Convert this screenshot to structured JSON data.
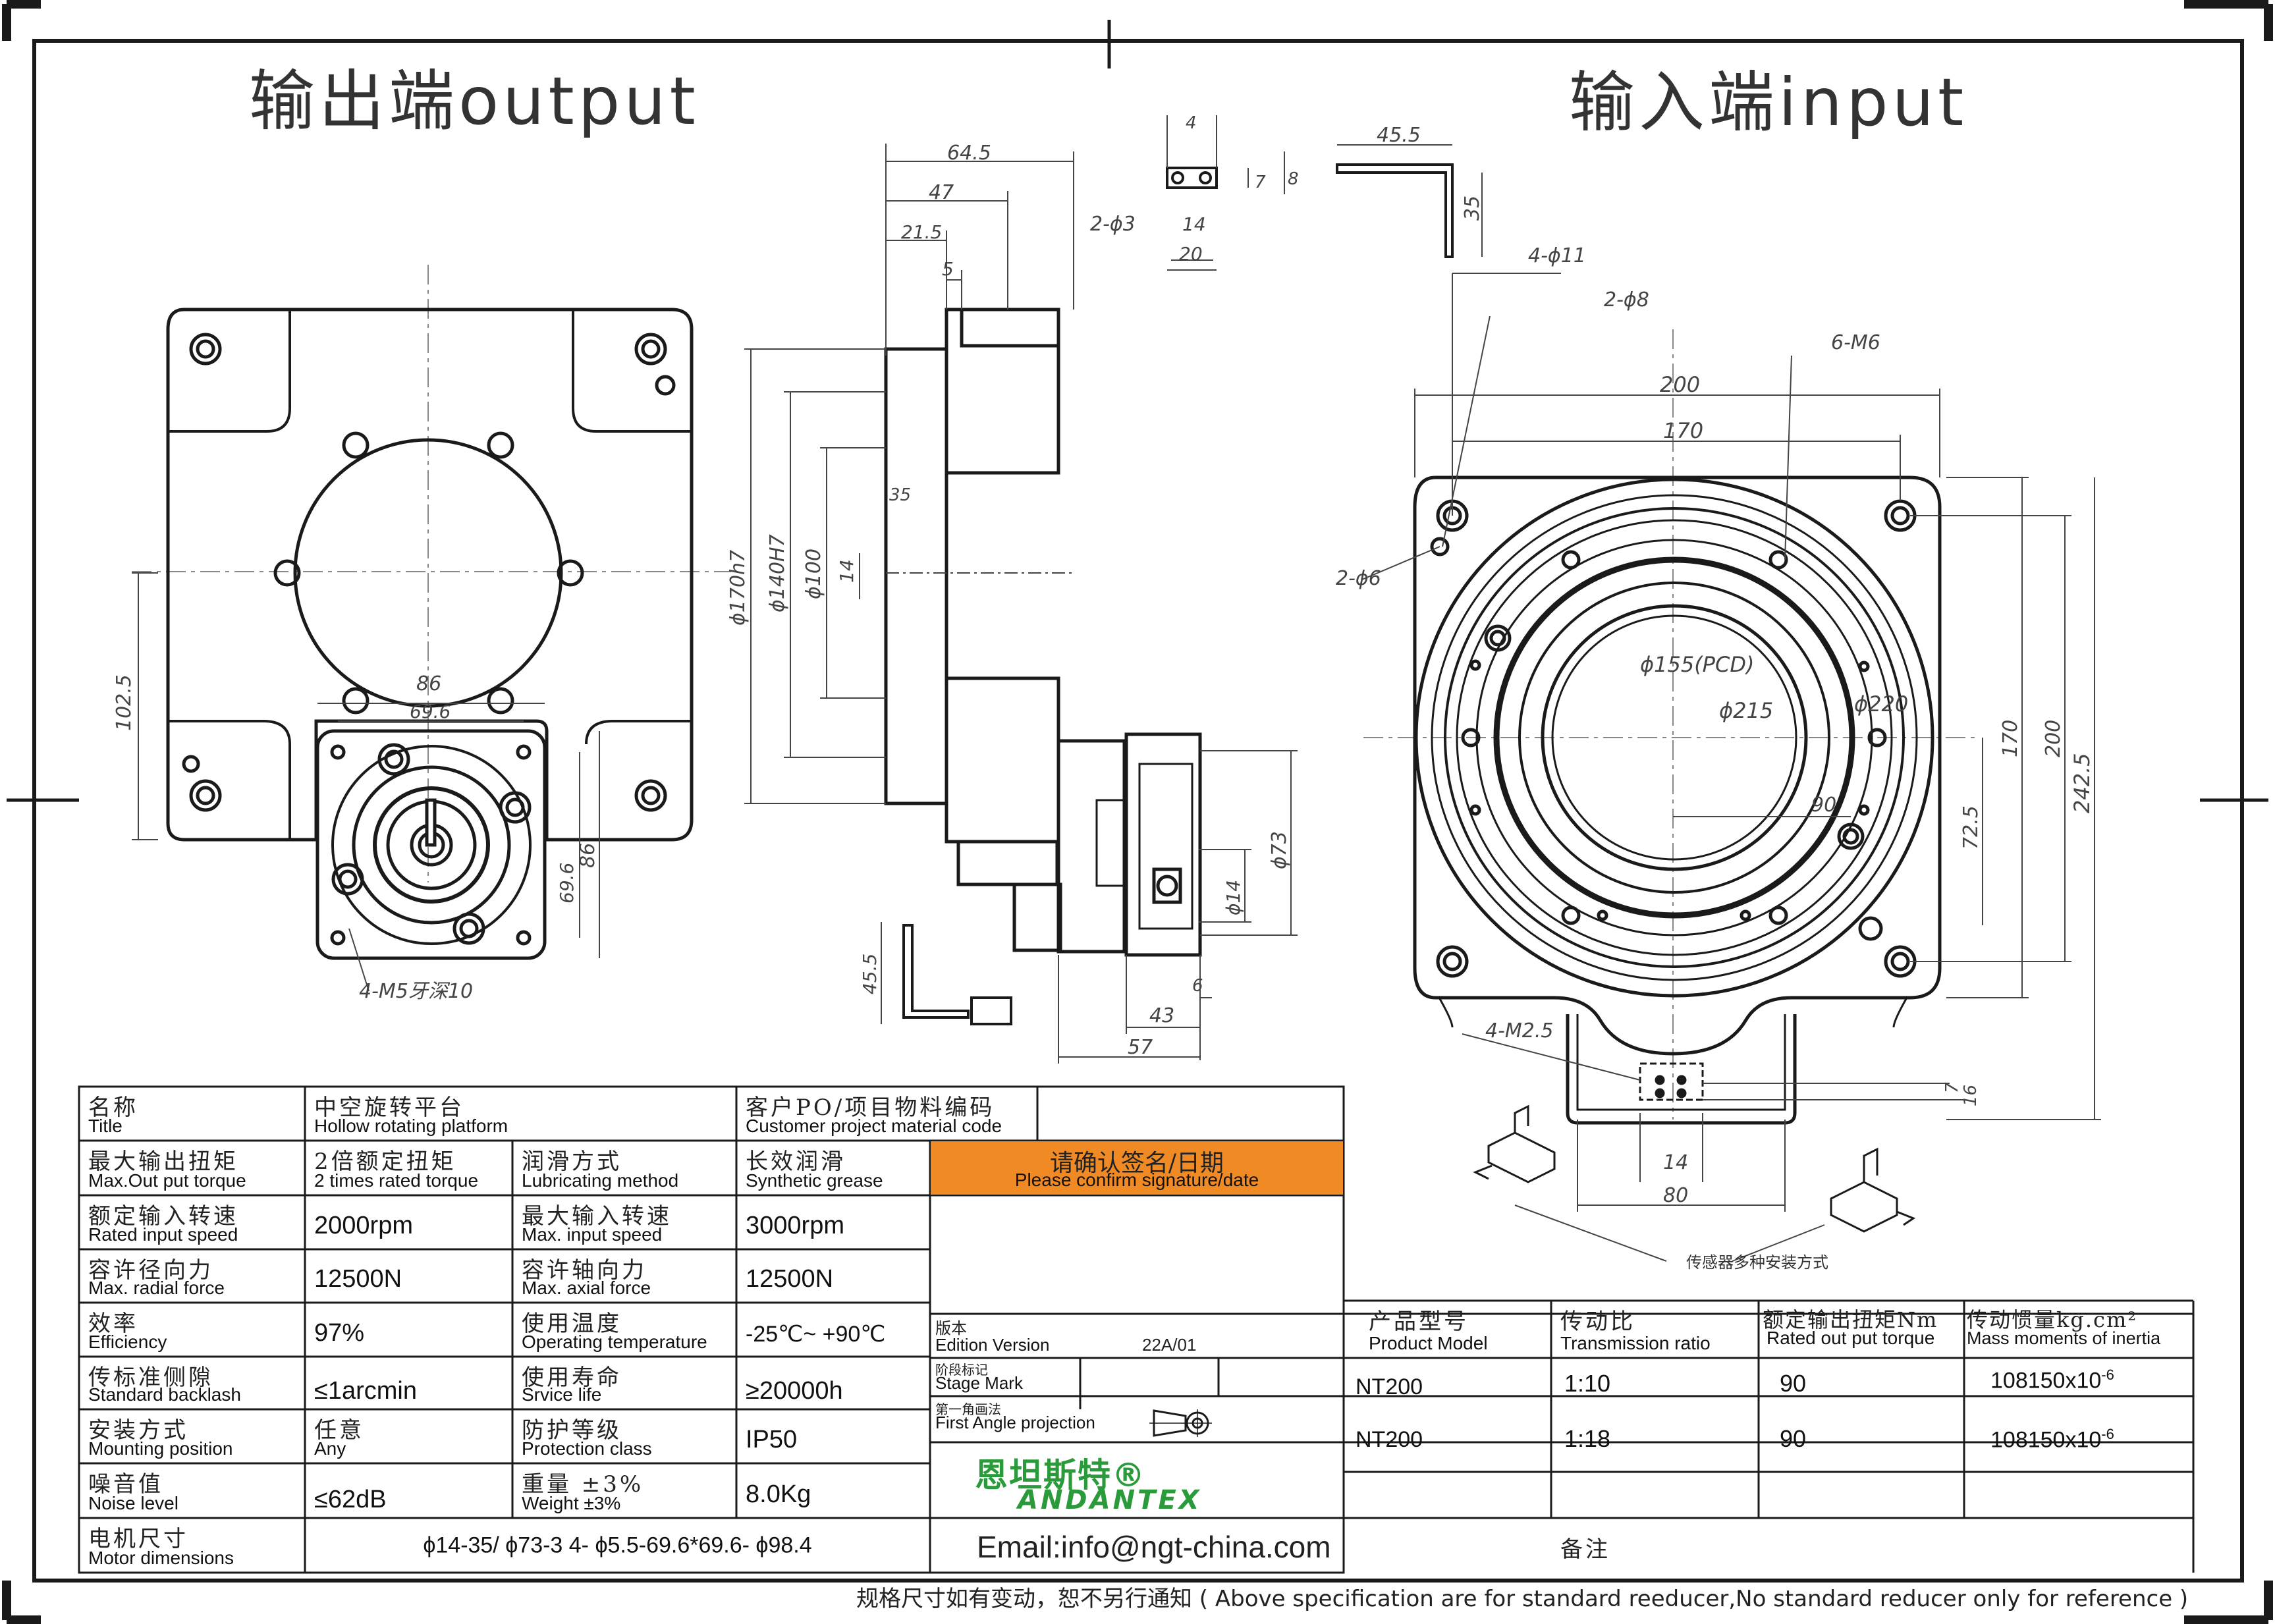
{
  "titles": {
    "output": "输出端output",
    "input": "输入端input"
  },
  "dims": {
    "d64_5": "64.5",
    "d47": "47",
    "d21_5": "21.5",
    "d5": "5",
    "d4": "4",
    "d7": "7",
    "d8": "8",
    "d2phi3": "2-ϕ3",
    "d14a": "14",
    "d20": "20",
    "d45_5a": "45.5",
    "d35": "35",
    "d170h7": "ϕ170h7",
    "d140h7": "ϕ140H7",
    "d100": "ϕ100",
    "d14b": "14",
    "d35b": "35",
    "d14c": "ϕ14",
    "d73": "ϕ73",
    "d45_5b": "45.5",
    "d43": "43",
    "d6": "6",
    "d57": "57",
    "d102_5": "102.5",
    "d86a": "86",
    "d69_6a": "69.6",
    "d69_6b": "69.6",
    "d86b": "86",
    "m5": "4-M5牙深10",
    "phi11": "4-ϕ11",
    "phi8": "2-ϕ8",
    "m6": "6-M6",
    "phi6": "2-ϕ6",
    "d200a": "200",
    "d170a": "170",
    "pcd": "ϕ155(PCD)",
    "d215": "ϕ215",
    "d220": "ϕ220",
    "d90": "90",
    "d72_5": "72.5",
    "d170b": "170",
    "d200b": "200",
    "d242_5": "242.5",
    "m2_5": "4-M2.5",
    "d7b": "7",
    "d16": "16",
    "d14d": "14",
    "d80": "80",
    "sensor_note": "传感器多种安装方式"
  },
  "table": {
    "title": {
      "cn": "名称",
      "en": "Title"
    },
    "title_val": {
      "cn": "中空旋转平台",
      "en": "Hollow rotating platform"
    },
    "customer": {
      "cn": "客户PO/项目物料编码",
      "en": "Customer project material code"
    },
    "max_torque": {
      "cn": "最大输出扭矩",
      "en": "Max.Out put torque"
    },
    "max_torque_val": {
      "cn": "2倍额定扭矩",
      "en": "2 times rated torque"
    },
    "lub": {
      "cn": "润滑方式",
      "en": "Lubricating method"
    },
    "lub_val": {
      "cn": "长效润滑",
      "en": "Synthetic grease"
    },
    "confirm": {
      "cn": "请确认签名/日期",
      "en": "Please confirm signature/date"
    },
    "rated_speed": {
      "cn": "额定输入转速",
      "en": "Rated input speed"
    },
    "rated_speed_val": "2000rpm",
    "max_speed": {
      "cn": "最大输入转速",
      "en": "Max. input speed"
    },
    "max_speed_val": "3000rpm",
    "radial": {
      "cn": "容许径向力",
      "en": "Max. radial force"
    },
    "radial_val": "12500N",
    "axial": {
      "cn": "容许轴向力",
      "en": "Max. axial force"
    },
    "axial_val": "12500N",
    "eff": {
      "cn": "效率",
      "en": "Efficiency"
    },
    "eff_val": "97%",
    "temp": {
      "cn": "使用温度",
      "en": "Operating temperature"
    },
    "temp_val": "-25℃~ +90℃",
    "backlash": {
      "cn": "传标准侧隙",
      "en": "Standard backlash"
    },
    "backlash_val": "≤1arcmin",
    "life": {
      "cn": "使用寿命",
      "en": "Srvice life"
    },
    "life_val": "≥20000h",
    "mount": {
      "cn": "安装方式",
      "en": "Mounting position"
    },
    "mount_val": {
      "cn": "任意",
      "en": "Any"
    },
    "protect": {
      "cn": "防护等级",
      "en": "Protection class"
    },
    "protect_val": "IP50",
    "noise": {
      "cn": "噪音值",
      "en": "Noise level"
    },
    "noise_val": "≤62dB",
    "weight": {
      "cn": "重量 ±3%",
      "en": "Weight ±3%"
    },
    "weight_val": "8.0Kg",
    "motor": {
      "cn": "电机尺寸",
      "en": "Motor dimensions"
    },
    "motor_val": "ϕ14-35/ ϕ73-3 4- ϕ5.5-69.6*69.6- ϕ98.4",
    "edition": {
      "cn": "版本",
      "en": "Edition Version"
    },
    "edition_val": "22A/01",
    "stage": {
      "cn": "阶段标记",
      "en": "Stage Mark"
    },
    "proj": {
      "cn": "第一角画法",
      "en": "First Angle projection"
    },
    "model": {
      "cn": "产品型号",
      "en": "Product Model"
    },
    "ratio": {
      "cn": "传动比",
      "en": "Transmission ratio"
    },
    "rated_torque": {
      "cn": "额定输出扭矩Nm",
      "en": "Rated out put torque"
    },
    "inertia": {
      "cn": "传动惯量kg.cm²",
      "en": "Mass moments of inertia"
    },
    "rows": [
      {
        "model": "NT200",
        "ratio": "1:10",
        "torque": "90",
        "inertia": "108150x10",
        "exp": "-6"
      },
      {
        "model": "NT200",
        "ratio": "1:18",
        "torque": "90",
        "inertia": "108150x10",
        "exp": "-6"
      }
    ],
    "brand_cn": "恩坦斯特®",
    "brand_en": "ANDANTEX",
    "email": "Email:info@ngt-china.com",
    "remark": "备注"
  },
  "footnote": "规格尺寸如有变动，恕不另行通知 ( Above specification are for standard reeducer,No standard reducer only for reference )",
  "colors": {
    "confirm_bg": "#f08a24",
    "brand": "#2b9a3a",
    "line": "#1a1a1a"
  }
}
